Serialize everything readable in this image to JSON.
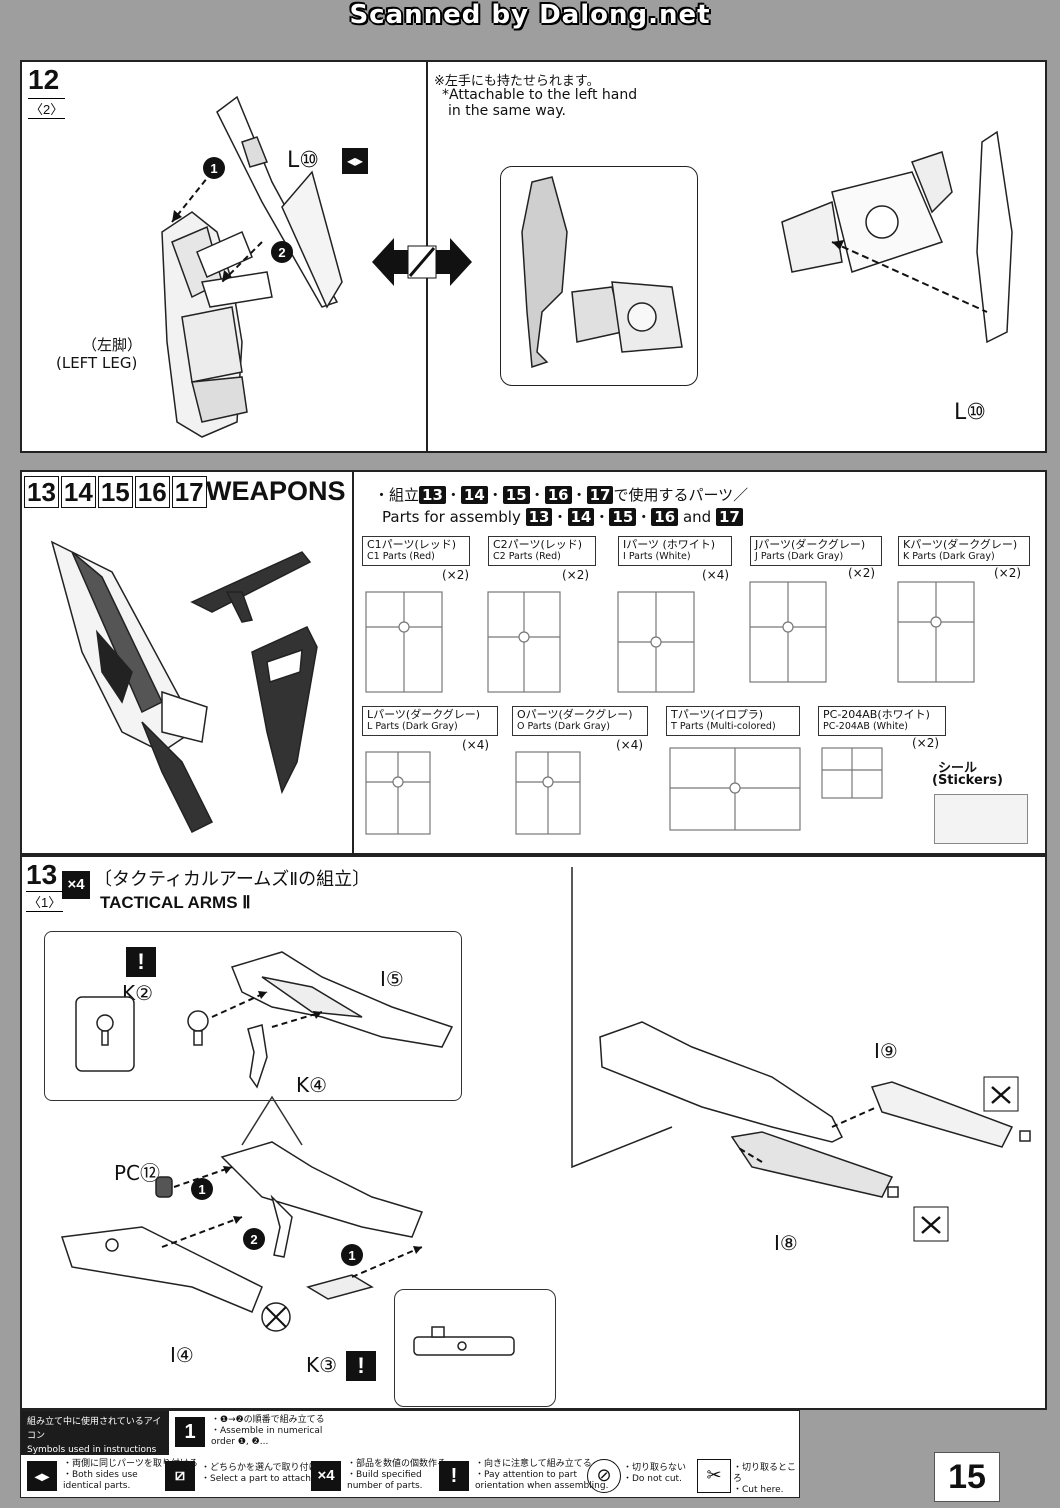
{
  "watermark": "Scanned by Dalong.net",
  "step12": {
    "num": "12",
    "sub": "2",
    "note_jp": "※左手にも持たせられます。",
    "note_en_1": "*Attachable to the left hand",
    "note_en_2": "in the same way.",
    "label_jp": "（左脚）",
    "label_en": "(LEFT LEG)",
    "part_top": "L⑩",
    "part_bottom": "L⑩",
    "order_1": "1",
    "order_2": "2"
  },
  "weapons": {
    "nums": [
      "13",
      "14",
      "15",
      "16",
      "17"
    ],
    "title": "WEAPONS",
    "parts_jp_prefix": "・組立",
    "parts_jp_suffix": "で使用するパーツ／",
    "parts_en_prefix": "Parts for assembly",
    "parts_en_and": "and",
    "sep": "・",
    "runners": [
      {
        "jp": "C1パーツ(レッド)",
        "en": "C1 Parts (Red)",
        "qty": "(×2)"
      },
      {
        "jp": "C2パーツ(レッド)",
        "en": "C2 Parts (Red)",
        "qty": "(×2)"
      },
      {
        "jp": "Iパーツ (ホワイト)",
        "en": "I Parts (White)",
        "qty": "(×4)"
      },
      {
        "jp": "Jパーツ(ダークグレー)",
        "en": "J Parts (Dark Gray)",
        "qty": "(×2)"
      },
      {
        "jp": "Kパーツ(ダークグレー)",
        "en": "K Parts (Dark Gray)",
        "qty": "(×2)"
      },
      {
        "jp": "Lパーツ(ダークグレー)",
        "en": "L Parts (Dark Gray)",
        "qty": "(×4)"
      },
      {
        "jp": "Oパーツ(ダークグレー)",
        "en": "O Parts (Dark Gray)",
        "qty": "(×4)"
      },
      {
        "jp": "Tパーツ(イロプラ)",
        "en": "T Parts (Multi-colored)",
        "qty": ""
      },
      {
        "jp": "PC-204AB(ホワイト)",
        "en": "PC-204AB (White)",
        "qty": "(×2)"
      }
    ],
    "sticker_jp": "シール",
    "sticker_en": "(Stickers)"
  },
  "step13": {
    "num": "13",
    "sub": "1",
    "mult": "×4",
    "title_jp": "〔タクティカルアームズⅡの組立〕",
    "title_en": "TACTICAL ARMS Ⅱ",
    "labels": {
      "k2": "K②",
      "i5": "I⑤",
      "k4": "K④",
      "pc12": "PC⑫",
      "i4": "I④",
      "k3": "K③",
      "i9": "I⑨",
      "i8": "I⑧"
    },
    "orders": [
      "1",
      "2",
      "1"
    ]
  },
  "legend": {
    "heading_jp": "組み立て中に使用されているアイコン",
    "heading_en": "Symbols used in instructions",
    "items": [
      {
        "jp": "・❶→❷の順番で組み立てる",
        "en1": "・Assemble in numerical",
        "en2": "order ❶, ❷..."
      },
      {
        "jp": "・両側に同じパーツを取り付ける",
        "en1": "・Both sides use",
        "en2": "identical parts."
      },
      {
        "jp": "・どちらかを選んで取り付ける",
        "en1": "・Select a part to attach.",
        "en2": ""
      },
      {
        "jp": "・部品を数値の個数作る",
        "en1": "・Build specified",
        "en2": "number of parts."
      },
      {
        "jp": "・向きに注意して組み立てる",
        "en1": "・Pay attention to part",
        "en2": "orientation when assembling."
      },
      {
        "jp": "・切り取らない",
        "en1": "・Do not cut.",
        "en2": ""
      },
      {
        "jp": "・切り取るところ",
        "en1": "・Cut here.",
        "en2": ""
      }
    ],
    "mult_icon": "×4",
    "one_icon": "1",
    "excl_icon": "!"
  },
  "page_number": "15"
}
